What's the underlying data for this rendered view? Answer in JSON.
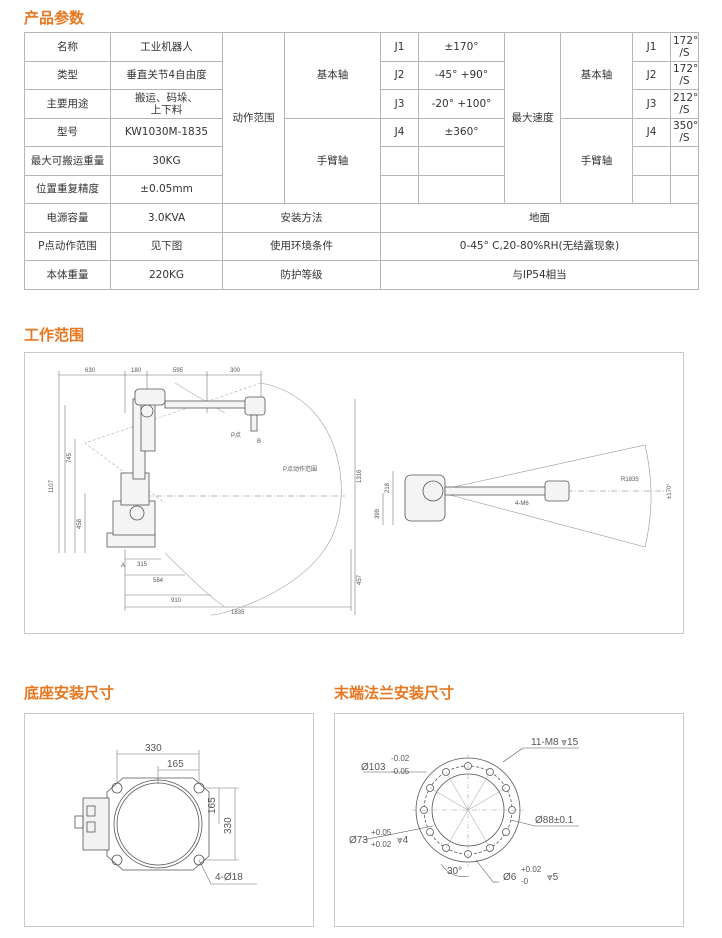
{
  "sections": {
    "params_title": "产品参数",
    "work_range_title": "工作范围",
    "base_title": "底座安装尺寸",
    "flange_title": "末端法兰安装尺寸"
  },
  "table": {
    "name_label": "名称",
    "name_value": "工业机器人",
    "type_label": "类型",
    "type_value": "垂直关节4自由度",
    "use_label": "主要用途",
    "use_value_line1": "搬运、码垛、",
    "use_value_line2": "上下料",
    "model_label": "型号",
    "model_value": "KW1030M-1835",
    "payload_label": "最大可搬运重量",
    "payload_value": "30KG",
    "repeat_label": "位置重复精度",
    "repeat_value": "±0.05mm",
    "power_label": "电源容量",
    "power_value": "3.0KVA",
    "prange_label": "P点动作范围",
    "prange_value": "见下图",
    "weight_label": "本体重量",
    "weight_value": "220KG",
    "motion_range": "动作范围",
    "base_axis": "基本轴",
    "arm_axis": "手臂轴",
    "max_speed": "最大速度",
    "j1": "J1",
    "j2": "J2",
    "j3": "J3",
    "j4": "J4",
    "range_j1": "±170°",
    "range_j2": "-45° +90°",
    "range_j3": "-20° +100°",
    "range_j4": "±360°",
    "speed_j1": "172° /S",
    "speed_j2": "172° /S",
    "speed_j3": "212° /S",
    "speed_j4": "350° /S",
    "install_label": "安装方法",
    "install_value": "地面",
    "env_label": "使用环境条件",
    "env_value": "0-45° C,20-80%RH(无结露现象)",
    "protect_label": "防护等级",
    "protect_value": "与IP54相当"
  },
  "work_range": {
    "dims_top": [
      "630",
      "180",
      "595",
      "300"
    ],
    "dims_left": [
      "1107",
      "745",
      "458"
    ],
    "dims_bottom": [
      "315",
      "584",
      "910",
      "1835"
    ],
    "dims_right": [
      "1316",
      "457"
    ],
    "label_p": "P点动作范围",
    "label_a": "A",
    "label_b": "B",
    "label_pa": "P点",
    "top_view": {
      "radius": "R1835",
      "angle": "±170°",
      "dims": [
        "218",
        "399"
      ],
      "detail": "4-M6"
    }
  },
  "base": {
    "dim_330_top": "330",
    "dim_165_top": "165",
    "dim_165_side": "165",
    "dim_330_side": "330",
    "holes": "4-Ø18"
  },
  "flange": {
    "outer_base": "Ø103",
    "outer_tol_up": "-0.02",
    "outer_tol_down": "-0.05",
    "thread": "11-M8 ⩔15",
    "inner_base": "Ø73",
    "inner_tol_up": "+0.05",
    "inner_tol_down": "+0.02",
    "inner_depth": "⩔4",
    "pcd": "Ø88±0.1",
    "angle": "30°",
    "pin_base": "Ø6",
    "pin_tol_up": "+0.02",
    "pin_tol_down": "-0",
    "pin_depth": "⩔5"
  }
}
